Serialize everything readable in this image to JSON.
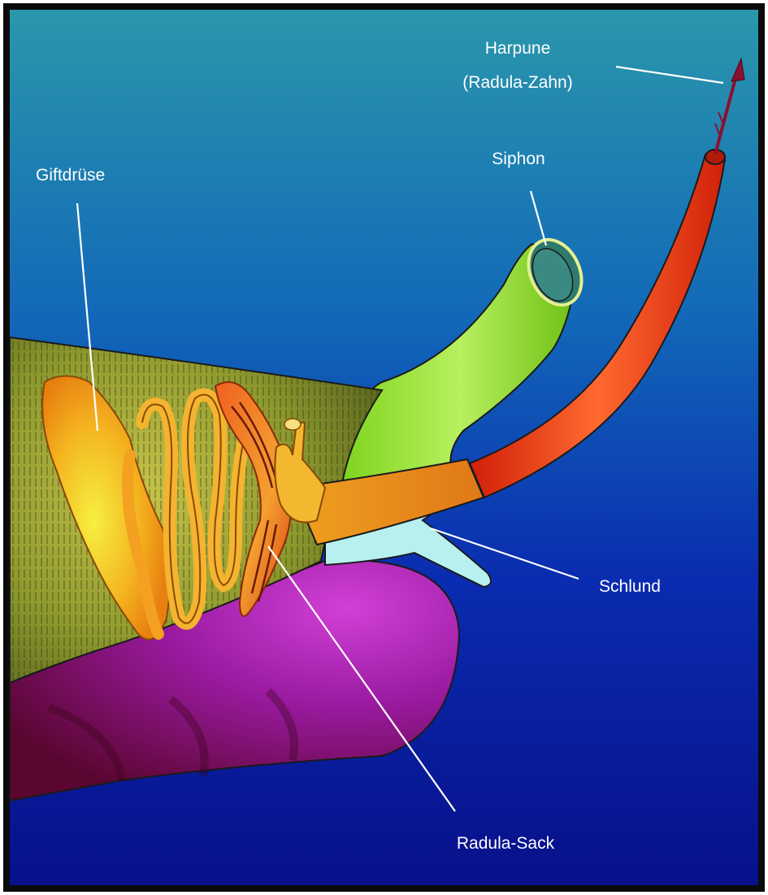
{
  "labels": {
    "harpune_line1": "Harpune",
    "harpune_line2": "(Radula-Zahn)",
    "siphon": "Siphon",
    "giftdruese": "Giftdrüse",
    "schlund": "Schlund",
    "radula_sack": "Radula-Sack"
  },
  "colors": {
    "background_top": "#2a93a8",
    "background_bottom": "#0a0f8a",
    "body_olive": "#8f9a2e",
    "foot_purple": "#9a1aa0",
    "siphon_green": "#8ee02a",
    "proboscis_red": "#ee3a10",
    "gland_orange": "#f4a020",
    "pharynx_lightblue": "#b8f0f0",
    "outline": "#1a1a1a"
  },
  "icons": {
    "harpoon": "harpoon-arrow-icon"
  }
}
